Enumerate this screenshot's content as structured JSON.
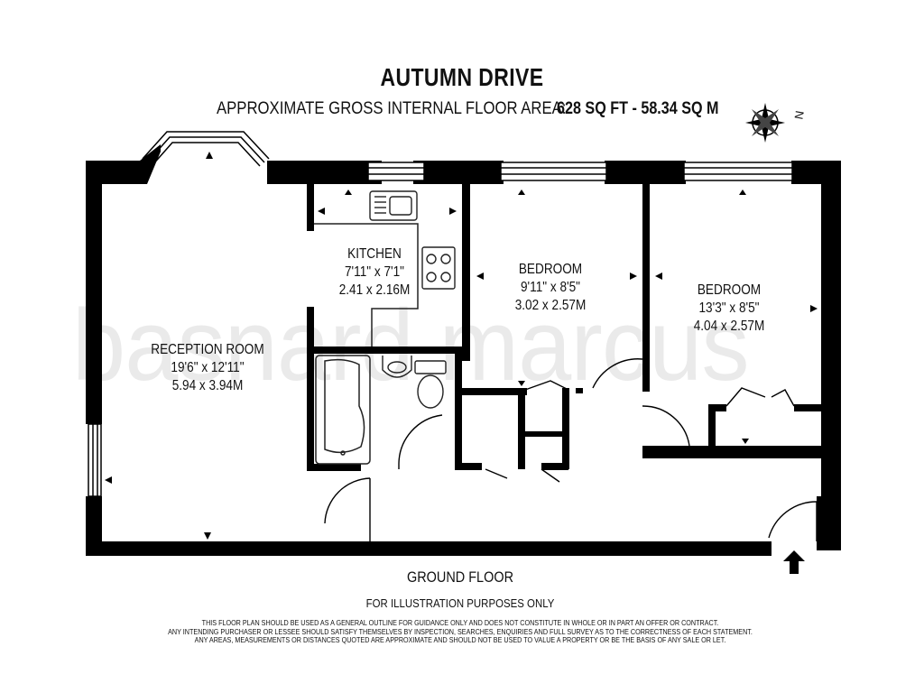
{
  "header": {
    "title": "AUTUMN DRIVE",
    "subtitle": "APPROXIMATE GROSS INTERNAL FLOOR AREA:",
    "area": "628 SQ FT  -  58.34 SQ M"
  },
  "compass": {
    "label": "N",
    "icon": "compass-rose-icon"
  },
  "rooms": {
    "reception": {
      "name": "RECEPTION ROOM",
      "imperial": "19'6\" x 12'11\"",
      "metric": "5.94 x 3.94M"
    },
    "kitchen": {
      "name": "KITCHEN",
      "imperial": "7'11\" x 7'1\"",
      "metric": "2.41 x 2.16M"
    },
    "bedroom1": {
      "name": "BEDROOM",
      "imperial": "9'11\" x 8'5\"",
      "metric": "3.02 x 2.57M"
    },
    "bedroom2": {
      "name": "BEDROOM",
      "imperial": "13'3\" x 8'5\"",
      "metric": "4.04 x 2.57M"
    }
  },
  "watermark": "basnard marcus",
  "footer": {
    "floor": "GROUND FLOOR",
    "illustration": "FOR ILLUSTRATION PURPOSES ONLY",
    "disclaimer": [
      "THIS FLOOR PLAN SHOULD BE USED AS A GENERAL OUTLINE FOR GUIDANCE ONLY AND DOES NOT CONSTITUTE IN WHOLE OR IN PART AN OFFER OR CONTRACT.",
      "ANY INTENDING PURCHASER OR LESSEE SHOULD SATISFY THEMSELVES BY INSPECTION, SEARCHES, ENQUIRIES AND FULL SURVEY AS TO THE CORRECTNESS OF EACH STATEMENT.",
      "ANY AREAS, MEASUREMENTS OR DISTANCES QUOTED ARE APPROXIMATE AND SHOULD NOT BE USED TO VALUE A PROPERTY OR BE THE BASIS OF ANY SALE OR LET."
    ]
  },
  "colors": {
    "wall": "#000000",
    "fixture": "#333333"
  }
}
